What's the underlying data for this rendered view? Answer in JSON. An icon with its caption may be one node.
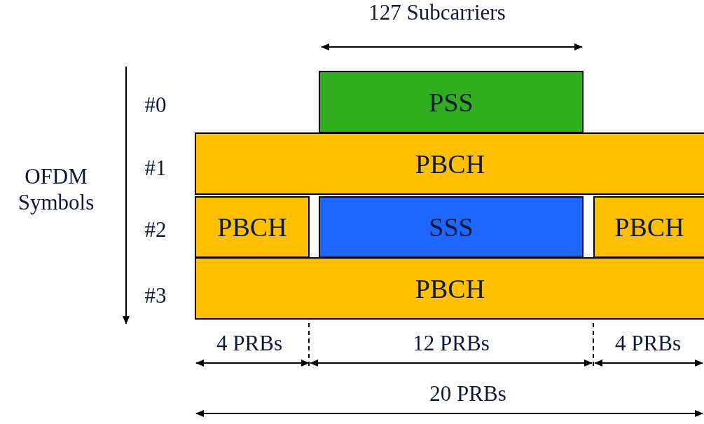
{
  "diagram": {
    "nodes": [
      {
        "text": [
          "PSS"
        ]
      },
      {
        "text": [
          "PBCH"
        ]
      },
      {
        "text": [
          "PBCH"
        ]
      },
      {
        "text": [
          "SSS"
        ]
      },
      {
        "text": [
          "PBCH"
        ]
      },
      {
        "text": [
          "PBCH"
        ]
      }
    ],
    "labels": [
      "127 Subcarriers",
      "#0",
      "OFDM Symbols",
      "#1",
      "#2",
      "#3",
      "4 PRBs",
      "12 PRBs",
      "4 PRBs",
      "20 PRBs"
    ]
  }
}
